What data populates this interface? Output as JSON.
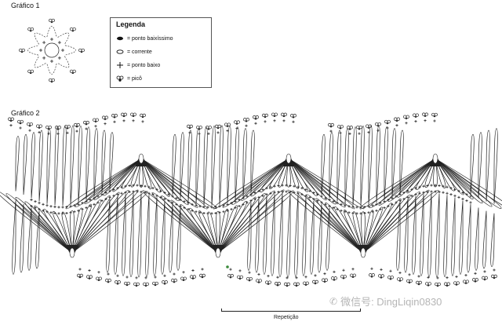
{
  "chart1": {
    "title": "Gráfico 1"
  },
  "chart2": {
    "title": "Gráfico 2"
  },
  "legend": {
    "title": "Legenda",
    "items": [
      {
        "label": "= ponto baixíssimo",
        "symbol": "filled-oval"
      },
      {
        "label": "= corrente",
        "symbol": "open-oval"
      },
      {
        "label": "= ponto baixo",
        "symbol": "plus"
      },
      {
        "label": "= picô",
        "symbol": "picot"
      }
    ]
  },
  "repeat": {
    "label": "Repetição"
  },
  "watermark": {
    "icon": "wechat-icon",
    "text": "微信号: DingLiqin0830"
  },
  "colors": {
    "ink": "#222222",
    "accent": "#3a8a3a"
  }
}
